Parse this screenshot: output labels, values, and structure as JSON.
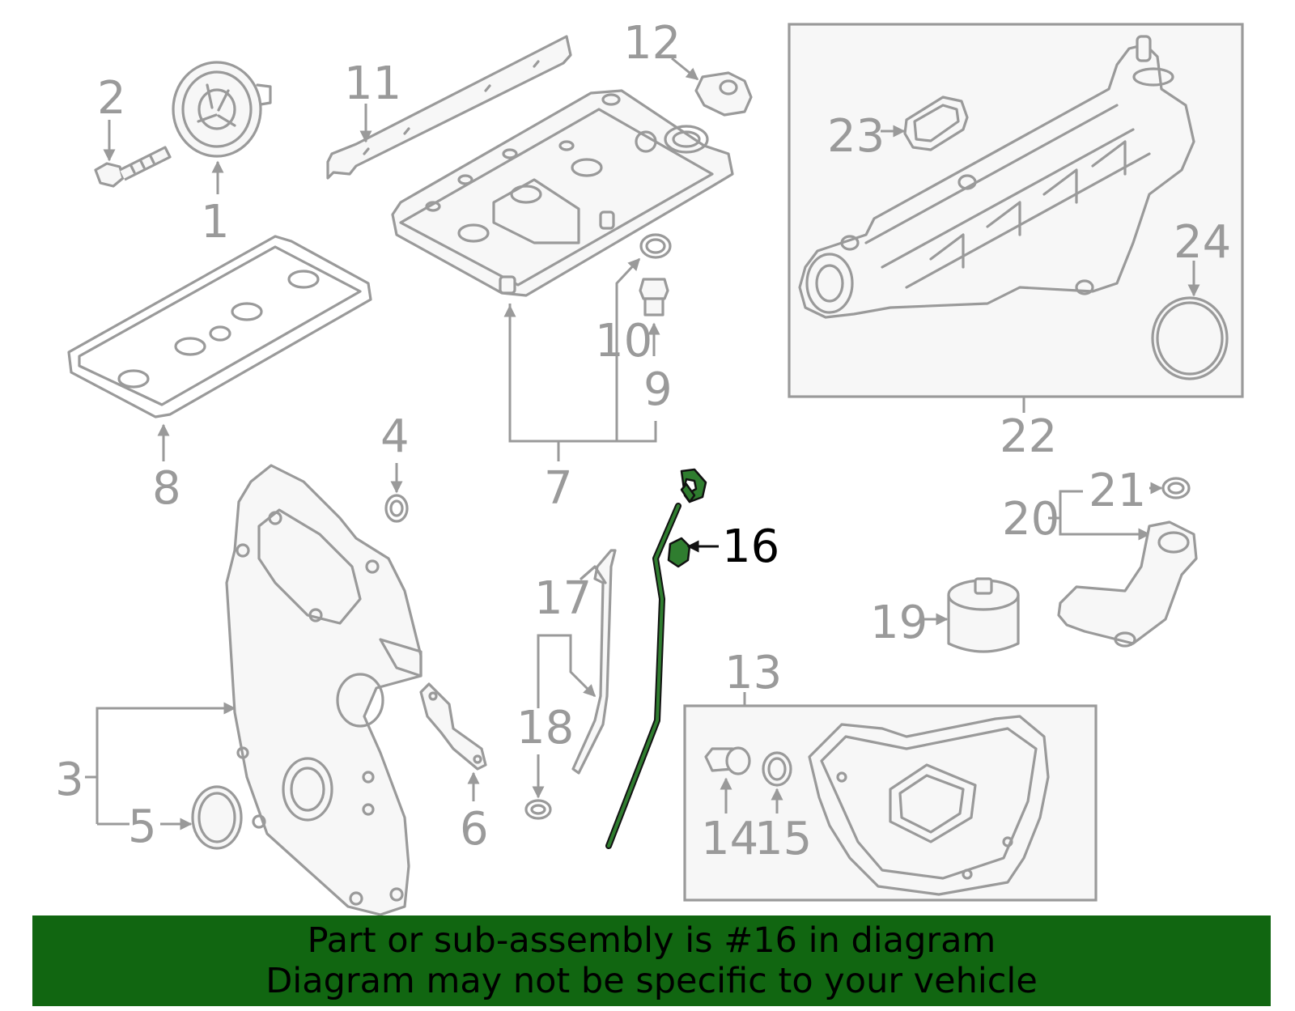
{
  "colors": {
    "line": "#9a9a9a",
    "highlight": "#2f7d2f",
    "banner": "#116611",
    "text": "#000000"
  },
  "callouts": {
    "c1": "1",
    "c2": "2",
    "c3": "3",
    "c4": "4",
    "c5": "5",
    "c6": "6",
    "c7": "7",
    "c8": "8",
    "c9": "9",
    "c10": "10",
    "c11": "11",
    "c12": "12",
    "c13": "13",
    "c14": "14",
    "c15": "15",
    "c16": "16",
    "c17": "17",
    "c18": "18",
    "c19": "19",
    "c20": "20",
    "c21": "21",
    "c22": "22",
    "c23": "23",
    "c24": "24"
  },
  "highlighted_part": "16",
  "banner": {
    "line1": "Part or sub-assembly is #16 in diagram",
    "line2": "Diagram may not be specific to your vehicle"
  }
}
